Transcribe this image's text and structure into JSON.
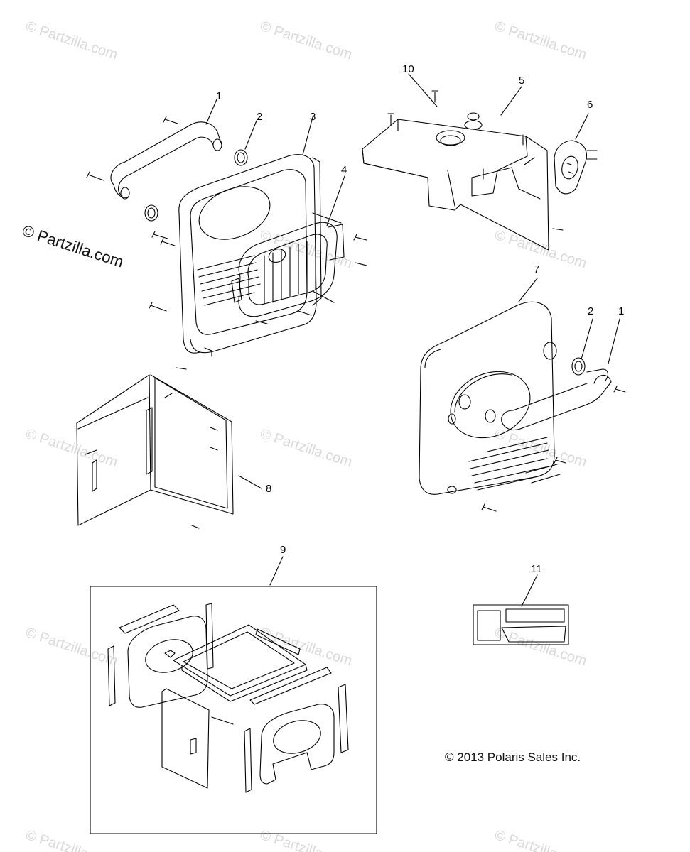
{
  "watermark_small": "© Partzilla.com",
  "watermark_large": "© Partzilla.com",
  "copyright": "© 2013 Polaris Sales Inc.",
  "callouts": [
    "1",
    "2",
    "3",
    "4",
    "10",
    "5",
    "6",
    "7",
    "2",
    "1",
    "8",
    "9",
    "11"
  ],
  "colors": {
    "line": "#000000",
    "watermark": "#d9d9d9",
    "background": "#ffffff"
  }
}
